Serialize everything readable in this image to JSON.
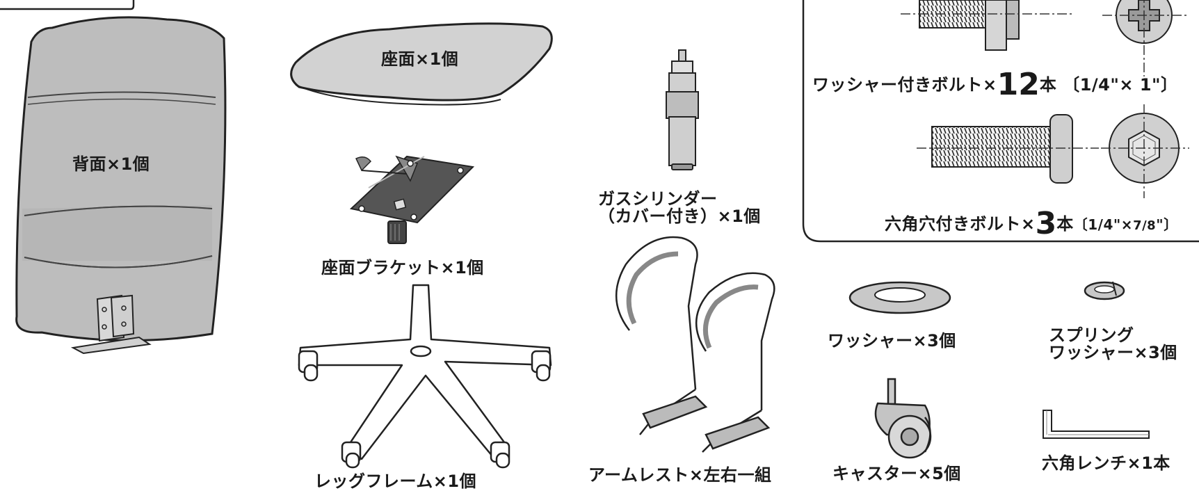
{
  "parts": {
    "backrest": {
      "label": "背面×1個"
    },
    "seat": {
      "label": "座面×1個"
    },
    "seat_bracket": {
      "label": "座面ブラケット×1個"
    },
    "leg_frame": {
      "label": "レッグフレーム×1個"
    },
    "gas_cylinder": {
      "line1": "ガスシリンダー",
      "line2": "（カバー付き）×1個"
    },
    "armrest": {
      "label": "アームレスト×左右一組"
    },
    "washer": {
      "label": "ワッシャー×3個"
    },
    "spring_washer": {
      "line1": "スプリング",
      "line2": "ワッシャー×3個"
    },
    "caster": {
      "label": "キャスター×5個"
    },
    "hex_wrench": {
      "label": "六角レンチ×1本"
    }
  },
  "bolt_box": {
    "washer_bolt": {
      "prefix": "ワッシャー付きボルト×",
      "count": "12",
      "unit": "本",
      "size": "〔1/4\"× 1\"〕"
    },
    "hex_bolt": {
      "prefix": "六角穴付きボルト×",
      "count": "3",
      "unit": "本",
      "size_open": "〔1/4\"×",
      "size_frac": "7/8",
      "size_close": "\"〕"
    }
  }
}
